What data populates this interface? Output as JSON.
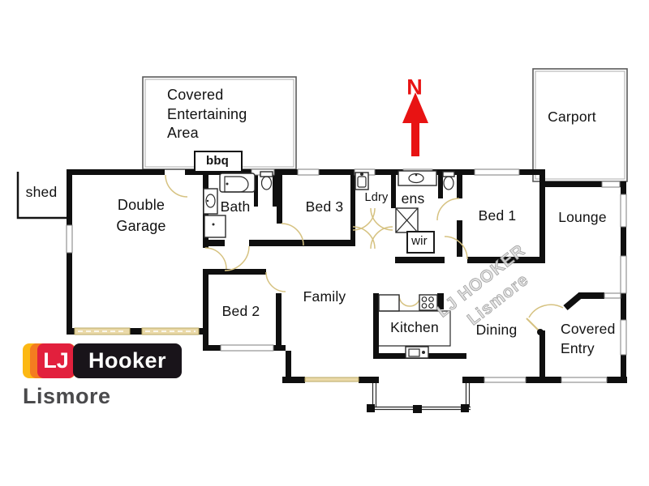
{
  "rooms": {
    "shed": "shed",
    "garage": "Double\nGarage",
    "entertaining": "Covered\nEntertaining\nArea",
    "bbq": "bbq",
    "bath": "Bath",
    "bed3": "Bed 3",
    "ldry": "Ldry",
    "ens": "ens",
    "wir": "wir",
    "bed1": "Bed 1",
    "carport": "Carport",
    "lounge": "Lounge",
    "bed2": "Bed 2",
    "family": "Family",
    "kitchen": "Kitchen",
    "dining": "Dining",
    "entry": "Covered\nEntry"
  },
  "compass": {
    "north": "N"
  },
  "watermark": {
    "line1": "LJ HOOKER",
    "line2": "Lismore"
  },
  "logo": {
    "initials": "LJ",
    "name": "Hooker",
    "office": "Lismore"
  },
  "colors": {
    "wall": "#0f0f0f",
    "door_tan": "#d6c281",
    "arrow_red": "#e81313",
    "logo_yellow": "#fcb813",
    "logo_orange": "#f47c20",
    "logo_red": "#e2203d",
    "logo_dark": "#19141a",
    "watermark_gray": "#8f8f8f"
  }
}
